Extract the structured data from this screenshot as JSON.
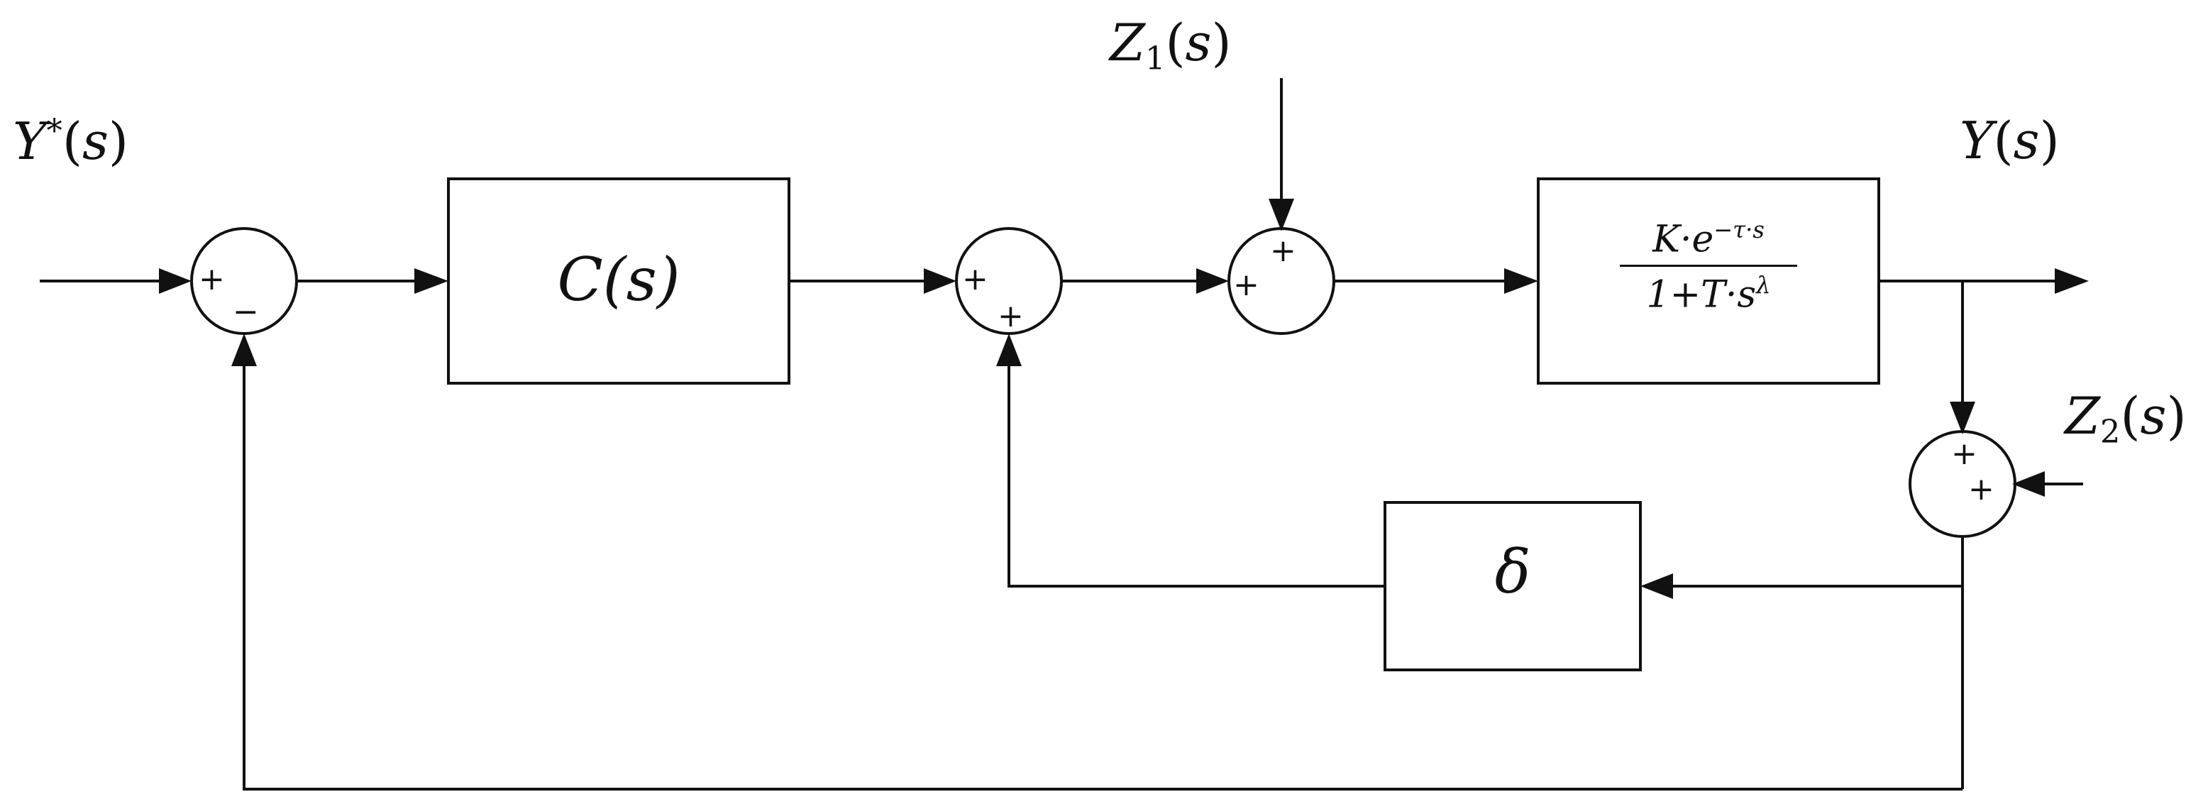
{
  "signals": {
    "reference": "Y*(s)",
    "output": "Y(s)",
    "disturbance_1": "Z1(s)",
    "disturbance_2": "Z2(s)"
  },
  "blocks": {
    "controller": "C(s)",
    "plant": {
      "numerator": "K·e^{−τ·s}",
      "denominator": "1+T·s^λ"
    },
    "feedback_gain": "δ"
  },
  "summing_junctions": {
    "s1": {
      "left": "+",
      "bottom": "−"
    },
    "s2": {
      "left": "+",
      "bottom": "+"
    },
    "s3": {
      "left": "+",
      "top": "+"
    },
    "s4": {
      "top": "+",
      "right": "+"
    }
  },
  "colors": {
    "stroke": "#111111",
    "background": "#ffffff"
  }
}
